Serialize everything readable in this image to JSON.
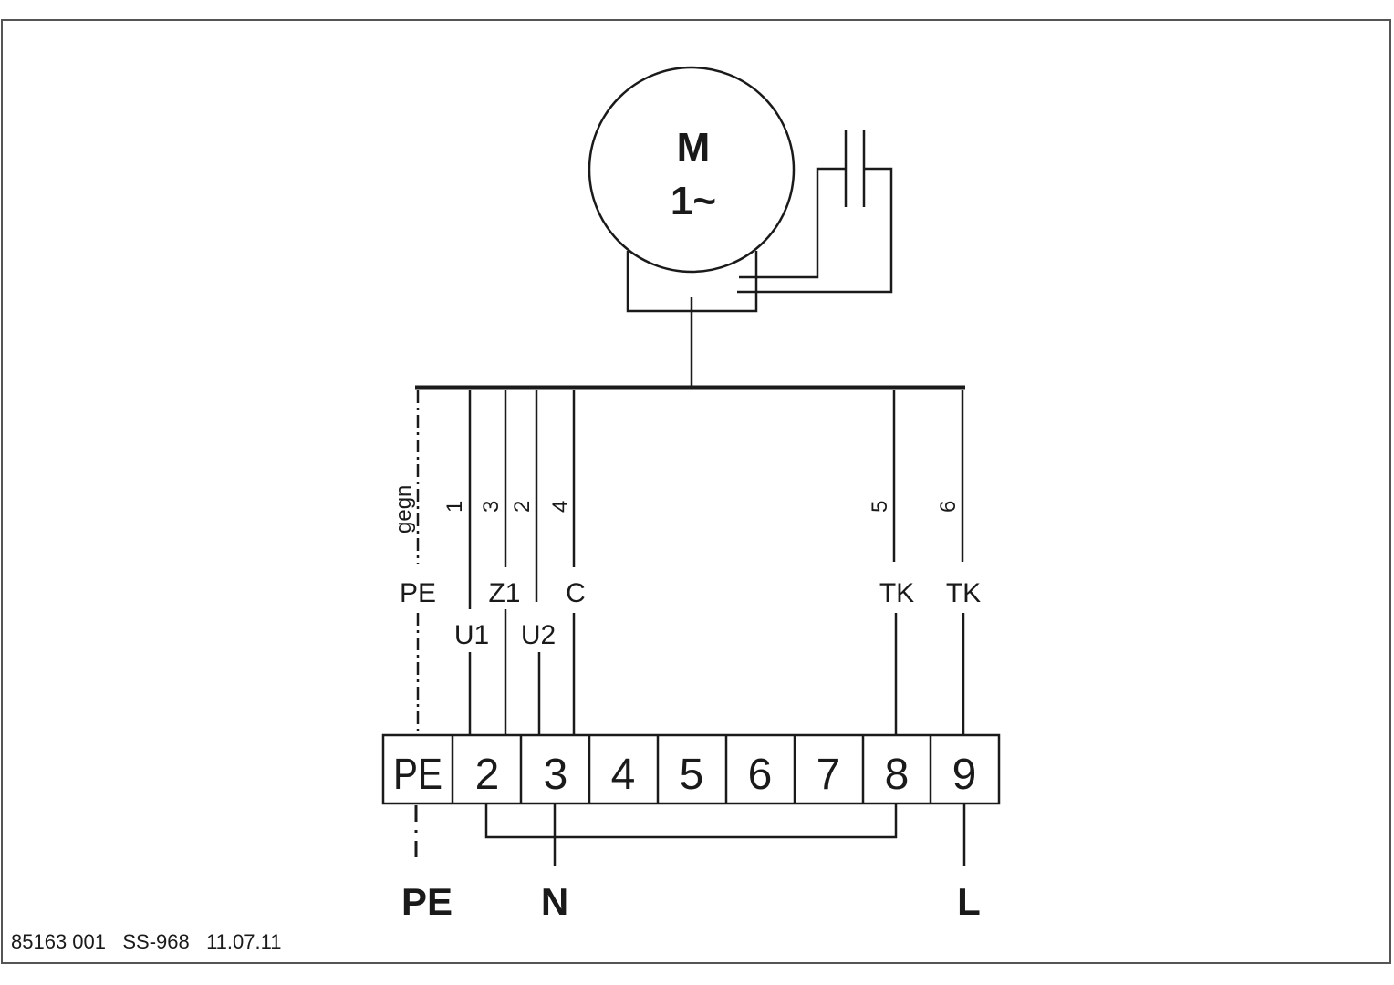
{
  "motor": {
    "symbol": "M",
    "phase": "1~"
  },
  "wires": [
    {
      "id": "pe",
      "number": "gegn",
      "code": "PE",
      "dashed": true
    },
    {
      "id": "w1",
      "number": "1",
      "code": "U1"
    },
    {
      "id": "w3",
      "number": "3",
      "code": "Z1"
    },
    {
      "id": "w2",
      "number": "2",
      "code": "U2"
    },
    {
      "id": "w4",
      "number": "4",
      "code": "C"
    },
    {
      "id": "w5",
      "number": "5",
      "code": "TK"
    },
    {
      "id": "w6",
      "number": "6",
      "code": "TK"
    }
  ],
  "terminals": [
    "PE",
    "2",
    "3",
    "4",
    "5",
    "6",
    "7",
    "8",
    "9"
  ],
  "supply": {
    "pe": "PE",
    "n": "N",
    "l": "L"
  },
  "footer": {
    "part_no": "85163 001",
    "drawing": "SS-968",
    "date": "11.07.11"
  }
}
